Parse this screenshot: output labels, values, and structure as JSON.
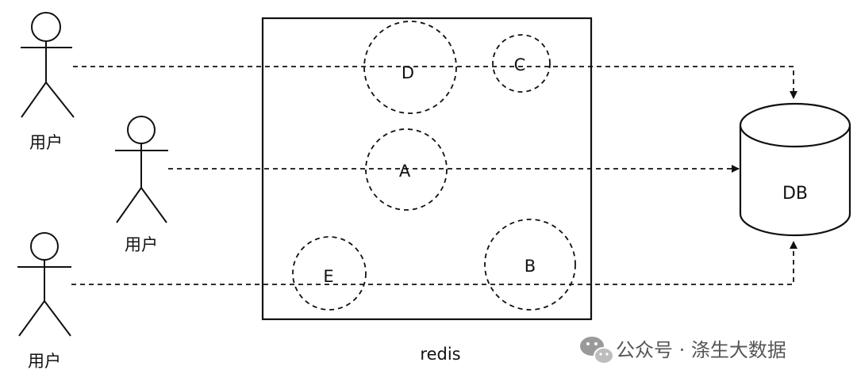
{
  "users": [
    {
      "label": "用户"
    },
    {
      "label": "用户"
    },
    {
      "label": "用户"
    }
  ],
  "redis": {
    "label": "redis",
    "keys": [
      "D",
      "C",
      "A",
      "E",
      "B"
    ]
  },
  "db": {
    "label": "DB"
  },
  "watermark": {
    "icon": "wechat-icon",
    "text": "公众号 · 涤生大数据"
  }
}
